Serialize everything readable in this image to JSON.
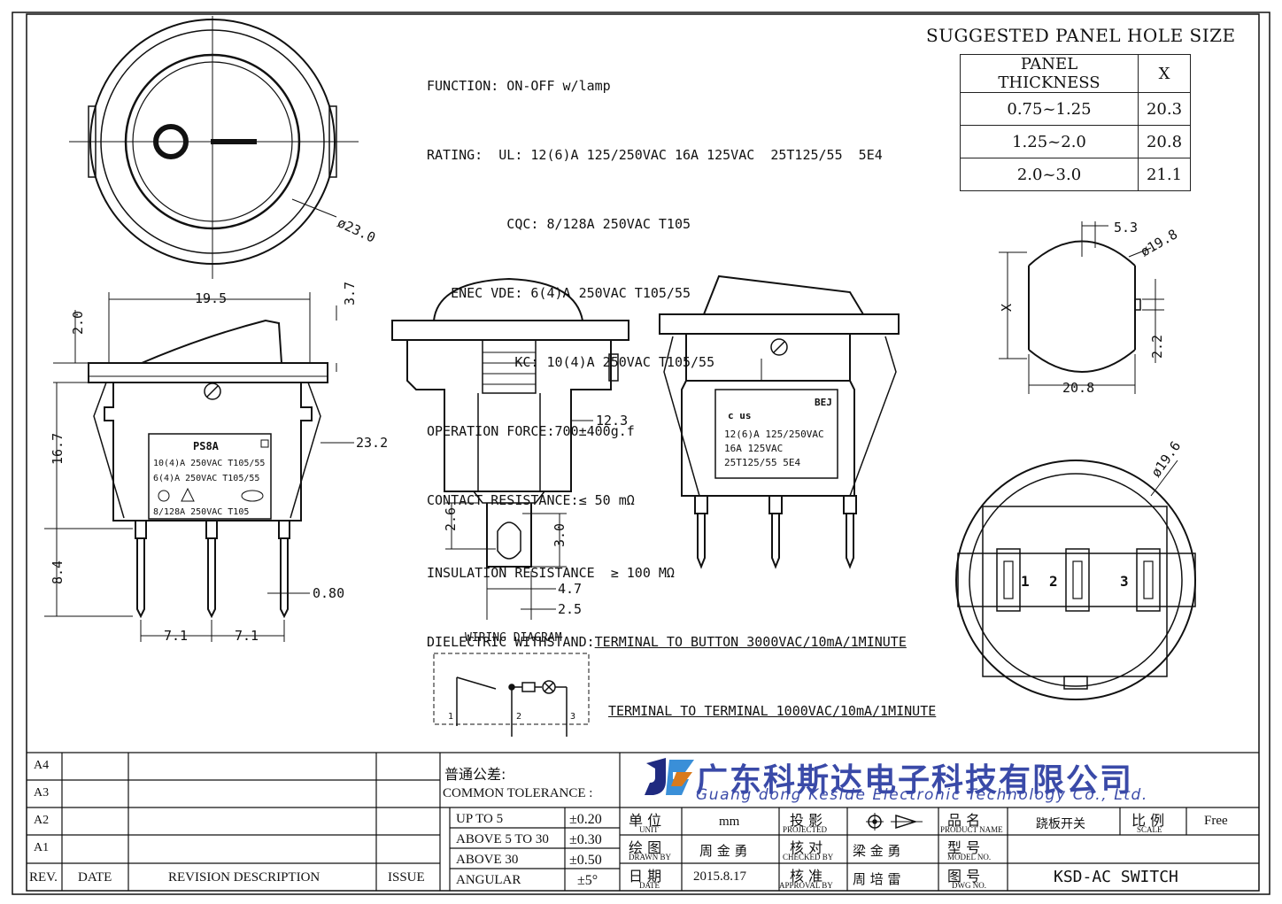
{
  "specs": {
    "function": "FUNCTION: ON-OFF w/lamp",
    "rating_ul": "RATING:  UL: 12(6)A 125/250VAC 16A 125VAC  25T125/55  5E4",
    "rating_cqc": "          CQC: 8/128A 250VAC T105",
    "rating_enec": "   ENEC VDE: 6(4)A 250VAC T105/55",
    "rating_kc": "           KC: 10(4)A 250VAC T105/55",
    "operation_force": "OPERATION FORCE:700±400g.f",
    "contact_resistance": "CONTACT RESISTANCE:≤ 50 mΩ",
    "insulation_resistance": "INSULATION RESISTANCE  ≥ 100 MΩ",
    "dielectric_label": "DIELECTRIC WITHSTAND:",
    "dielectric_1": "TERMINAL TO BUTTON 3000VAC/10mA/1MINUTE",
    "dielectric_2": "TERMINAL TO TERMINAL 1000VAC/10mA/1MINUTE"
  },
  "panel_hole": {
    "title": "SUGGESTED PANEL HOLE SIZE",
    "headers": [
      "PANEL THICKNESS",
      "X"
    ],
    "rows": [
      [
        "0.75~1.25",
        "20.3"
      ],
      [
        "1.25~2.0",
        "20.8"
      ],
      [
        "2.0~3.0",
        "21.1"
      ]
    ]
  },
  "dims": {
    "d23": "ø23.0",
    "w195": "19.5",
    "d37": "3.7",
    "d20": "2.0",
    "d167": "16.7",
    "d232": "23.2",
    "d84": "8.4",
    "d080": "0.80",
    "d71a": "7.1",
    "d71b": "7.1",
    "d123": "12.3",
    "d26": "2.6",
    "d30": "3.0",
    "d47": "4.7",
    "d25": "2.5",
    "d53": "5.3",
    "d198": "ø19.8",
    "x": "X",
    "d22": "2.2",
    "d208": "20.8",
    "d196": "ø19.6"
  },
  "switch_label_front": {
    "model": "PS8A",
    "l1": "10(4)A 250VAC   T105/55",
    "l2": "6(4)A 250VAC     T105/55",
    "l3": "8/128A 250VAC  T105"
  },
  "switch_label_side": {
    "ul": "c    us",
    "bej": "BEJ",
    "l1": "12(6)A  125/250VAC",
    "l2": "16A  125VAC",
    "l3": "25T125/55  5E4"
  },
  "bottom_view": {
    "t1": "1",
    "t2": "2",
    "t3": "3"
  },
  "wiring": {
    "title": "WIRING DIAGRAM",
    "t1": "1",
    "t2": "2",
    "t3": "3"
  },
  "title_block": {
    "revisions": [
      "A4",
      "A3",
      "A2",
      "A1"
    ],
    "rev_header": "REV.",
    "date_header": "DATE",
    "desc_header": "REVISION DESCRIPTION",
    "issue_header": "ISSUE",
    "tol_cn": "普通公差:",
    "tol_en": "COMMON TOLERANCE :",
    "tol_rows": [
      [
        "UP TO 5",
        "±0.20"
      ],
      [
        "ABOVE 5 TO 30",
        "±0.30"
      ],
      [
        "ABOVE 30",
        "±0.50"
      ],
      [
        "ANGULAR",
        "±5°"
      ]
    ],
    "company_cn": "广东科斯达电子科技有限公司",
    "company_en": "Guang dong Keside  Electronic Technology Co., Ltd.",
    "unit_cn": "单 位",
    "unit_en": "UNIT",
    "unit_val": "mm",
    "proj_cn": "投 影",
    "proj_en": "PROJECTED",
    "pname_cn": "品 名",
    "pname_en": "PRODUCT NAME",
    "pname_val": "跷板开关",
    "scale_cn": "比 例",
    "scale_en": "SCALE",
    "scale_val": "Free",
    "drawn_cn": "绘 图",
    "drawn_en": "DRAWN BY",
    "drawn_val": "周 金 勇",
    "checked_cn": "核 对",
    "checked_en": "CHECKED BY",
    "checked_val": "梁 金 勇",
    "model_cn": "型 号",
    "model_en": "MODEL NO.",
    "date_cn": "日 期",
    "date_en": "DATE",
    "date_val": "2015.8.17",
    "approval_cn": "核 准",
    "approval_en": "APPROVAL BY",
    "approval_val": "周 培 雷",
    "dwg_cn": "图 号",
    "dwg_en": "DWG NO.",
    "dwg_val": "KSD-AC SWITCH"
  },
  "colors": {
    "line": "#111111",
    "brand": "#3a4aa8",
    "brand_dark": "#1f2a80"
  }
}
